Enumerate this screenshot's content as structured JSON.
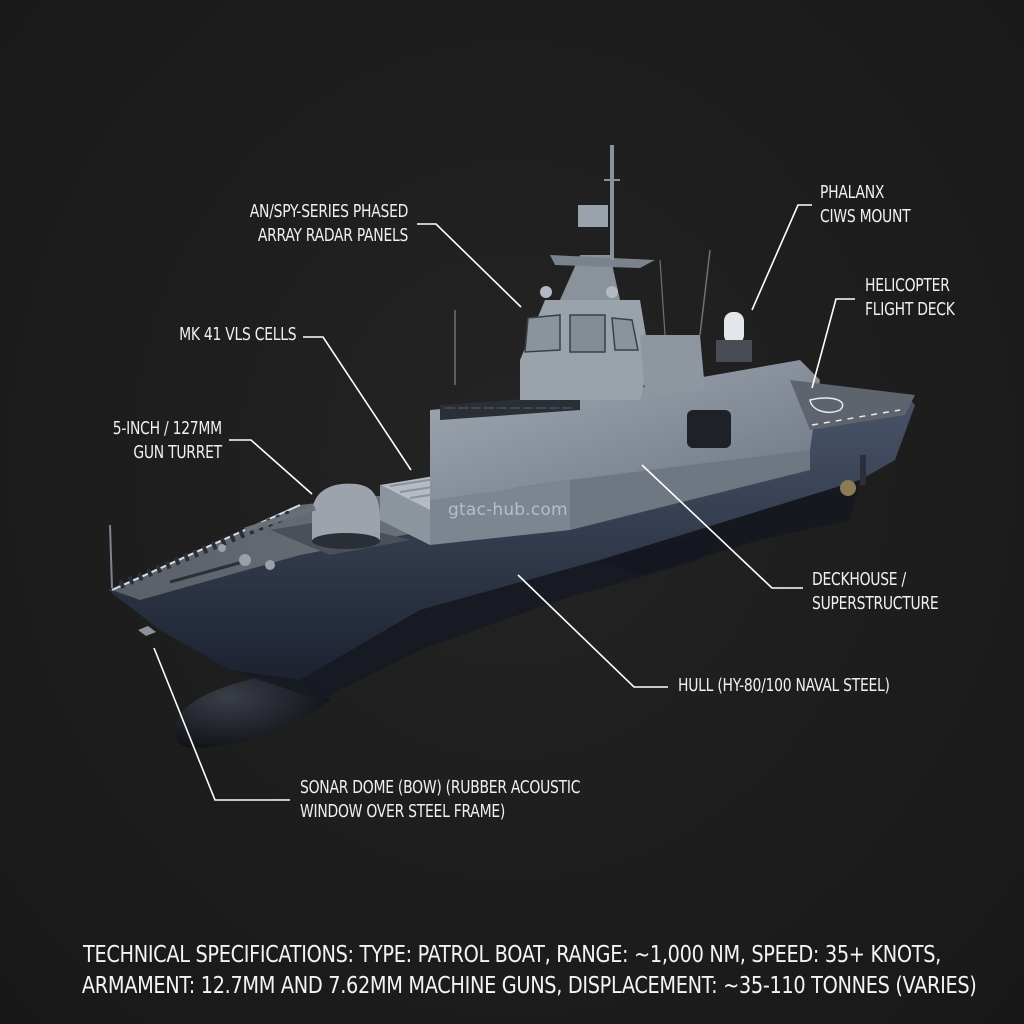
{
  "diagram": {
    "subject": "Naval patrol vessel / frigate cutaway-style render",
    "background_color": "#1c1c1c",
    "text_color": "#f0f0f0",
    "leader_line_color": "#ffffff",
    "hull_color": "#3a4458",
    "superstructure_color": "#8a929c"
  },
  "labels": {
    "radar": {
      "line1": "AN/SPY-SERIES PHASED",
      "line2": "ARRAY RADAR PANELS"
    },
    "ciws": {
      "line1": "PHALANX",
      "line2": "CIWS MOUNT"
    },
    "heli": {
      "line1": "HELICOPTER",
      "line2": "FLIGHT DECK"
    },
    "vls": {
      "line1": "MK 41 VLS CELLS"
    },
    "gun": {
      "line1": "5-INCH / 127MM",
      "line2": "GUN TURRET"
    },
    "deckhouse": {
      "line1": "DECKHOUSE /",
      "line2": "SUPERSTRUCTURE"
    },
    "hull": {
      "line1": "HULL (HY-80/100 NAVAL STEEL)"
    },
    "sonar": {
      "line1": "SONAR DOME (BOW) (RUBBER ACOUSTIC",
      "line2": "WINDOW OVER STEEL FRAME)"
    }
  },
  "watermark": "gtac-hub.com",
  "specifications": {
    "line1": "TECHNICAL SPECIFICATIONS: TYPE: PATROL BOAT, RANGE: ~1,000 NM, SPEED: 35+ KNOTS,",
    "line2": "ARMAMENT: 12.7MM AND 7.62MM MACHINE GUNS, DISPLACEMENT: ~35-110 TONNES (VARIES)"
  }
}
